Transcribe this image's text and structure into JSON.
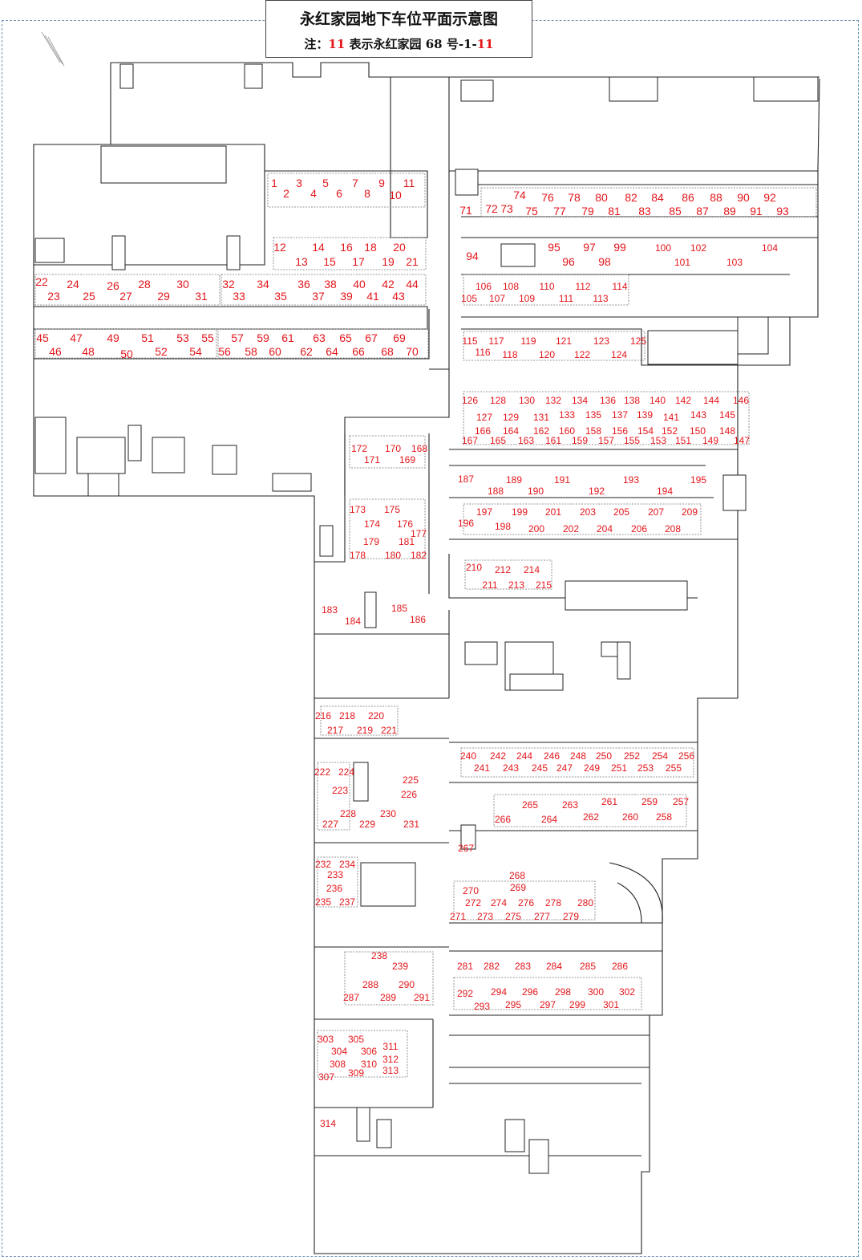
{
  "title": "永红家园地下车位平面示意图",
  "note": {
    "prefix": "注：",
    "highlight_number": "11",
    "middle": " 表示永红家园 68 号-1-",
    "suffix_number": "11"
  },
  "colors": {
    "frame": "#6b8fb5",
    "label": "#e3161b",
    "wall": "#222222",
    "stall": "#555555",
    "blue_stall": "#5b7fc0"
  },
  "spaces": [
    [
      "1",
      342,
      227
    ],
    [
      "2",
      357,
      240
    ],
    [
      "3",
      373,
      227
    ],
    [
      "4",
      391,
      240
    ],
    [
      "5",
      406,
      227
    ],
    [
      "6",
      423,
      240
    ],
    [
      "7",
      443,
      227
    ],
    [
      "8",
      458,
      240
    ],
    [
      "9",
      476,
      227
    ],
    [
      "10",
      493,
      242
    ],
    [
      "11",
      510,
      227
    ],
    [
      "12",
      349,
      307
    ],
    [
      "13",
      376,
      325
    ],
    [
      "14",
      397,
      307
    ],
    [
      "15",
      411,
      325
    ],
    [
      "16",
      432,
      307
    ],
    [
      "17",
      447,
      325
    ],
    [
      "18",
      462,
      307
    ],
    [
      "19",
      484,
      325
    ],
    [
      "20",
      498,
      307
    ],
    [
      "21",
      514,
      325
    ],
    [
      "22",
      52,
      350
    ],
    [
      "23",
      67,
      368
    ],
    [
      "24",
      91,
      353
    ],
    [
      "25",
      111,
      368
    ],
    [
      "26",
      141,
      355
    ],
    [
      "27",
      157,
      368
    ],
    [
      "28",
      180,
      353
    ],
    [
      "29",
      204,
      368
    ],
    [
      "30",
      228,
      353
    ],
    [
      "31",
      251,
      368
    ],
    [
      "32",
      285,
      353
    ],
    [
      "33",
      298,
      368
    ],
    [
      "34",
      328,
      353
    ],
    [
      "35",
      350,
      368
    ],
    [
      "36",
      379,
      353
    ],
    [
      "37",
      397,
      368
    ],
    [
      "38",
      412,
      353
    ],
    [
      "39",
      432,
      368
    ],
    [
      "40",
      448,
      353
    ],
    [
      "41",
      465,
      368
    ],
    [
      "42",
      484,
      353
    ],
    [
      "43",
      497,
      368
    ],
    [
      "44",
      514,
      353
    ],
    [
      "45",
      53,
      420
    ],
    [
      "46",
      69,
      437
    ],
    [
      "47",
      95,
      420
    ],
    [
      "48",
      110,
      437
    ],
    [
      "49",
      141,
      420
    ],
    [
      "50",
      158,
      440
    ],
    [
      "51",
      184,
      420
    ],
    [
      "52",
      201,
      437
    ],
    [
      "53",
      228,
      420
    ],
    [
      "54",
      244,
      437
    ],
    [
      "55",
      259,
      420
    ],
    [
      "56",
      280,
      437
    ],
    [
      "57",
      296,
      420
    ],
    [
      "58",
      313,
      437
    ],
    [
      "59",
      328,
      420
    ],
    [
      "60",
      343,
      437
    ],
    [
      "61",
      359,
      420
    ],
    [
      "62",
      382,
      437
    ],
    [
      "63",
      398,
      420
    ],
    [
      "64",
      414,
      437
    ],
    [
      "65",
      431,
      420
    ],
    [
      "66",
      447,
      437
    ],
    [
      "67",
      463,
      420
    ],
    [
      "68",
      483,
      437
    ],
    [
      "69",
      498,
      420
    ],
    [
      "70",
      514,
      437
    ],
    [
      "71",
      581,
      261
    ],
    [
      "72",
      613,
      259
    ],
    [
      "73",
      632,
      259
    ],
    [
      "74",
      648,
      242
    ],
    [
      "75",
      663,
      262
    ],
    [
      "76",
      683,
      245
    ],
    [
      "77",
      698,
      262
    ],
    [
      "78",
      716,
      245
    ],
    [
      "79",
      733,
      262
    ],
    [
      "80",
      750,
      245
    ],
    [
      "81",
      766,
      262
    ],
    [
      "82",
      787,
      245
    ],
    [
      "83",
      804,
      262
    ],
    [
      "84",
      820,
      245
    ],
    [
      "85",
      842,
      262
    ],
    [
      "86",
      858,
      245
    ],
    [
      "87",
      876,
      262
    ],
    [
      "88",
      893,
      245
    ],
    [
      "89",
      910,
      262
    ],
    [
      "90",
      927,
      245
    ],
    [
      "91",
      943,
      262
    ],
    [
      "92",
      960,
      245
    ],
    [
      "93",
      976,
      262
    ],
    [
      "94",
      589,
      318
    ],
    [
      "95",
      691,
      307
    ],
    [
      "96",
      709,
      325
    ],
    [
      "97",
      735,
      307
    ],
    [
      "98",
      754,
      325
    ],
    [
      "99",
      773,
      307
    ],
    [
      "100",
      827,
      307
    ],
    [
      "101",
      851,
      325
    ],
    [
      "102",
      871,
      307
    ],
    [
      "103",
      916,
      325
    ],
    [
      "104",
      960,
      307
    ],
    [
      "105",
      585,
      370
    ],
    [
      "106",
      603,
      355
    ],
    [
      "107",
      620,
      370
    ],
    [
      "108",
      637,
      355
    ],
    [
      "109",
      657,
      370
    ],
    [
      "110",
      682,
      355
    ],
    [
      "111",
      706,
      370
    ],
    [
      "112",
      727,
      355
    ],
    [
      "113",
      749,
      370
    ],
    [
      "114",
      773,
      355
    ],
    [
      "115",
      586,
      423
    ],
    [
      "116",
      602,
      437
    ],
    [
      "117",
      619,
      423
    ],
    [
      "118",
      636,
      440
    ],
    [
      "119",
      659,
      423
    ],
    [
      "120",
      682,
      440
    ],
    [
      "121",
      703,
      423
    ],
    [
      "122",
      726,
      440
    ],
    [
      "123",
      750,
      423
    ],
    [
      "124",
      772,
      440
    ],
    [
      "125",
      796,
      423
    ],
    [
      "126",
      586,
      497
    ],
    [
      "127",
      604,
      518
    ],
    [
      "128",
      621,
      497
    ],
    [
      "129",
      637,
      518
    ],
    [
      "130",
      657,
      497
    ],
    [
      "131",
      675,
      518
    ],
    [
      "132",
      690,
      497
    ],
    [
      "133",
      707,
      515
    ],
    [
      "134",
      723,
      497
    ],
    [
      "135",
      740,
      515
    ],
    [
      "136",
      758,
      497
    ],
    [
      "137",
      773,
      515
    ],
    [
      "138",
      788,
      497
    ],
    [
      "139",
      804,
      515
    ],
    [
      "140",
      820,
      497
    ],
    [
      "141",
      837,
      518
    ],
    [
      "142",
      852,
      497
    ],
    [
      "143",
      871,
      515
    ],
    [
      "144",
      887,
      497
    ],
    [
      "145",
      907,
      515
    ],
    [
      "146",
      924,
      497
    ],
    [
      "147",
      925,
      547
    ],
    [
      "148",
      907,
      535
    ],
    [
      "149",
      886,
      547
    ],
    [
      "150",
      870,
      535
    ],
    [
      "151",
      852,
      547
    ],
    [
      "152",
      835,
      535
    ],
    [
      "153",
      821,
      547
    ],
    [
      "154",
      805,
      535
    ],
    [
      "155",
      788,
      547
    ],
    [
      "156",
      773,
      535
    ],
    [
      "157",
      756,
      547
    ],
    [
      "158",
      740,
      535
    ],
    [
      "159",
      723,
      547
    ],
    [
      "160",
      707,
      535
    ],
    [
      "161",
      690,
      547
    ],
    [
      "162",
      675,
      535
    ],
    [
      "163",
      656,
      547
    ],
    [
      "164",
      637,
      535
    ],
    [
      "165",
      621,
      547
    ],
    [
      "166",
      602,
      535
    ],
    [
      "167",
      586,
      547
    ],
    [
      "168",
      523,
      557
    ],
    [
      "169",
      508,
      571
    ],
    [
      "170",
      490,
      557
    ],
    [
      "171",
      464,
      571
    ],
    [
      "172",
      448,
      557
    ],
    [
      "173",
      446,
      633
    ],
    [
      "174",
      464,
      651
    ],
    [
      "175",
      489,
      633
    ],
    [
      "176",
      505,
      651
    ],
    [
      "177",
      522,
      663
    ],
    [
      "178",
      446,
      690
    ],
    [
      "179",
      463,
      673
    ],
    [
      "180",
      490,
      690
    ],
    [
      "181",
      507,
      673
    ],
    [
      "182",
      522,
      690
    ],
    [
      "183",
      411,
      758
    ],
    [
      "184",
      440,
      772
    ],
    [
      "185",
      498,
      756
    ],
    [
      "186",
      521,
      770
    ],
    [
      "187",
      581,
      595
    ],
    [
      "188",
      618,
      610
    ],
    [
      "189",
      641,
      596
    ],
    [
      "190",
      668,
      610
    ],
    [
      "191",
      701,
      596
    ],
    [
      "192",
      744,
      610
    ],
    [
      "193",
      787,
      596
    ],
    [
      "194",
      829,
      610
    ],
    [
      "195",
      871,
      596
    ],
    [
      "196",
      581,
      650
    ],
    [
      "197",
      604,
      636
    ],
    [
      "198",
      627,
      654
    ],
    [
      "199",
      648,
      636
    ],
    [
      "200",
      669,
      657
    ],
    [
      "201",
      690,
      636
    ],
    [
      "202",
      712,
      657
    ],
    [
      "203",
      733,
      636
    ],
    [
      "204",
      754,
      657
    ],
    [
      "205",
      775,
      636
    ],
    [
      "206",
      797,
      657
    ],
    [
      "207",
      818,
      636
    ],
    [
      "208",
      839,
      657
    ],
    [
      "209",
      860,
      636
    ],
    [
      "210",
      591,
      705
    ],
    [
      "211",
      611,
      727
    ],
    [
      "212",
      627,
      708
    ],
    [
      "213",
      644,
      727
    ],
    [
      "214",
      663,
      708
    ],
    [
      "215",
      678,
      727
    ],
    [
      "216",
      403,
      890
    ],
    [
      "217",
      418,
      908
    ],
    [
      "218",
      433,
      890
    ],
    [
      "219",
      455,
      908
    ],
    [
      "220",
      469,
      890
    ],
    [
      "221",
      485,
      908
    ],
    [
      "222",
      402,
      960
    ],
    [
      "223",
      424,
      983
    ],
    [
      "224",
      432,
      960
    ],
    [
      "225",
      512,
      970
    ],
    [
      "226",
      510,
      988
    ],
    [
      "227",
      412,
      1025
    ],
    [
      "228",
      434,
      1012
    ],
    [
      "229",
      458,
      1025
    ],
    [
      "230",
      484,
      1012
    ],
    [
      "231",
      513,
      1025
    ],
    [
      "232",
      403,
      1075
    ],
    [
      "233",
      418,
      1088
    ],
    [
      "234",
      433,
      1075
    ],
    [
      "235",
      403,
      1122
    ],
    [
      "236",
      417,
      1105
    ],
    [
      "237",
      433,
      1122
    ],
    [
      "238",
      473,
      1189
    ],
    [
      "239",
      499,
      1202
    ],
    [
      "240",
      584,
      940
    ],
    [
      "241",
      601,
      955
    ],
    [
      "242",
      621,
      940
    ],
    [
      "243",
      637,
      955
    ],
    [
      "244",
      654,
      940
    ],
    [
      "245",
      673,
      955
    ],
    [
      "246",
      688,
      940
    ],
    [
      "247",
      704,
      955
    ],
    [
      "248",
      721,
      940
    ],
    [
      "249",
      738,
      955
    ],
    [
      "250",
      753,
      940
    ],
    [
      "251",
      772,
      955
    ],
    [
      "252",
      788,
      940
    ],
    [
      "253",
      805,
      955
    ],
    [
      "254",
      823,
      940
    ],
    [
      "255",
      840,
      955
    ],
    [
      "256",
      856,
      940
    ],
    [
      "257",
      849,
      997
    ],
    [
      "258",
      828,
      1016
    ],
    [
      "259",
      810,
      997
    ],
    [
      "260",
      786,
      1016
    ],
    [
      "261",
      760,
      997
    ],
    [
      "262",
      737,
      1016
    ],
    [
      "263",
      711,
      1001
    ],
    [
      "264",
      685,
      1019
    ],
    [
      "265",
      661,
      1001
    ],
    [
      "266",
      627,
      1019
    ],
    [
      "267",
      581,
      1055
    ],
    [
      "268",
      645,
      1089
    ],
    [
      "269",
      646,
      1104
    ],
    [
      "270",
      587,
      1108
    ],
    [
      "271",
      571,
      1140
    ],
    [
      "272",
      590,
      1123
    ],
    [
      "273",
      605,
      1140
    ],
    [
      "274",
      622,
      1123
    ],
    [
      "275",
      640,
      1140
    ],
    [
      "276",
      656,
      1123
    ],
    [
      "277",
      676,
      1140
    ],
    [
      "278",
      690,
      1123
    ],
    [
      "279",
      712,
      1140
    ],
    [
      "280",
      730,
      1123
    ],
    [
      "281",
      580,
      1202
    ],
    [
      "282",
      613,
      1202
    ],
    [
      "283",
      652,
      1202
    ],
    [
      "284",
      691,
      1202
    ],
    [
      "285",
      733,
      1202
    ],
    [
      "286",
      773,
      1202
    ],
    [
      "287",
      438,
      1241
    ],
    [
      "288",
      462,
      1225
    ],
    [
      "289",
      484,
      1241
    ],
    [
      "290",
      507,
      1225
    ],
    [
      "291",
      526,
      1241
    ],
    [
      "292",
      580,
      1236
    ],
    [
      "293",
      601,
      1252
    ],
    [
      "294",
      622,
      1234
    ],
    [
      "295",
      640,
      1250
    ],
    [
      "296",
      661,
      1234
    ],
    [
      "297",
      683,
      1250
    ],
    [
      "298",
      702,
      1234
    ],
    [
      "299",
      720,
      1250
    ],
    [
      "300",
      743,
      1234
    ],
    [
      "301",
      762,
      1250
    ],
    [
      "302",
      782,
      1234
    ],
    [
      "303",
      406,
      1293
    ],
    [
      "304",
      423,
      1308
    ],
    [
      "305",
      444,
      1293
    ],
    [
      "306",
      460,
      1308
    ],
    [
      "307",
      407,
      1340
    ],
    [
      "308",
      421,
      1324
    ],
    [
      "309",
      444,
      1335
    ],
    [
      "310",
      460,
      1324
    ],
    [
      "311",
      487,
      1302
    ],
    [
      "312",
      487,
      1318
    ],
    [
      "313",
      487,
      1332
    ],
    [
      "314",
      409,
      1398
    ]
  ]
}
